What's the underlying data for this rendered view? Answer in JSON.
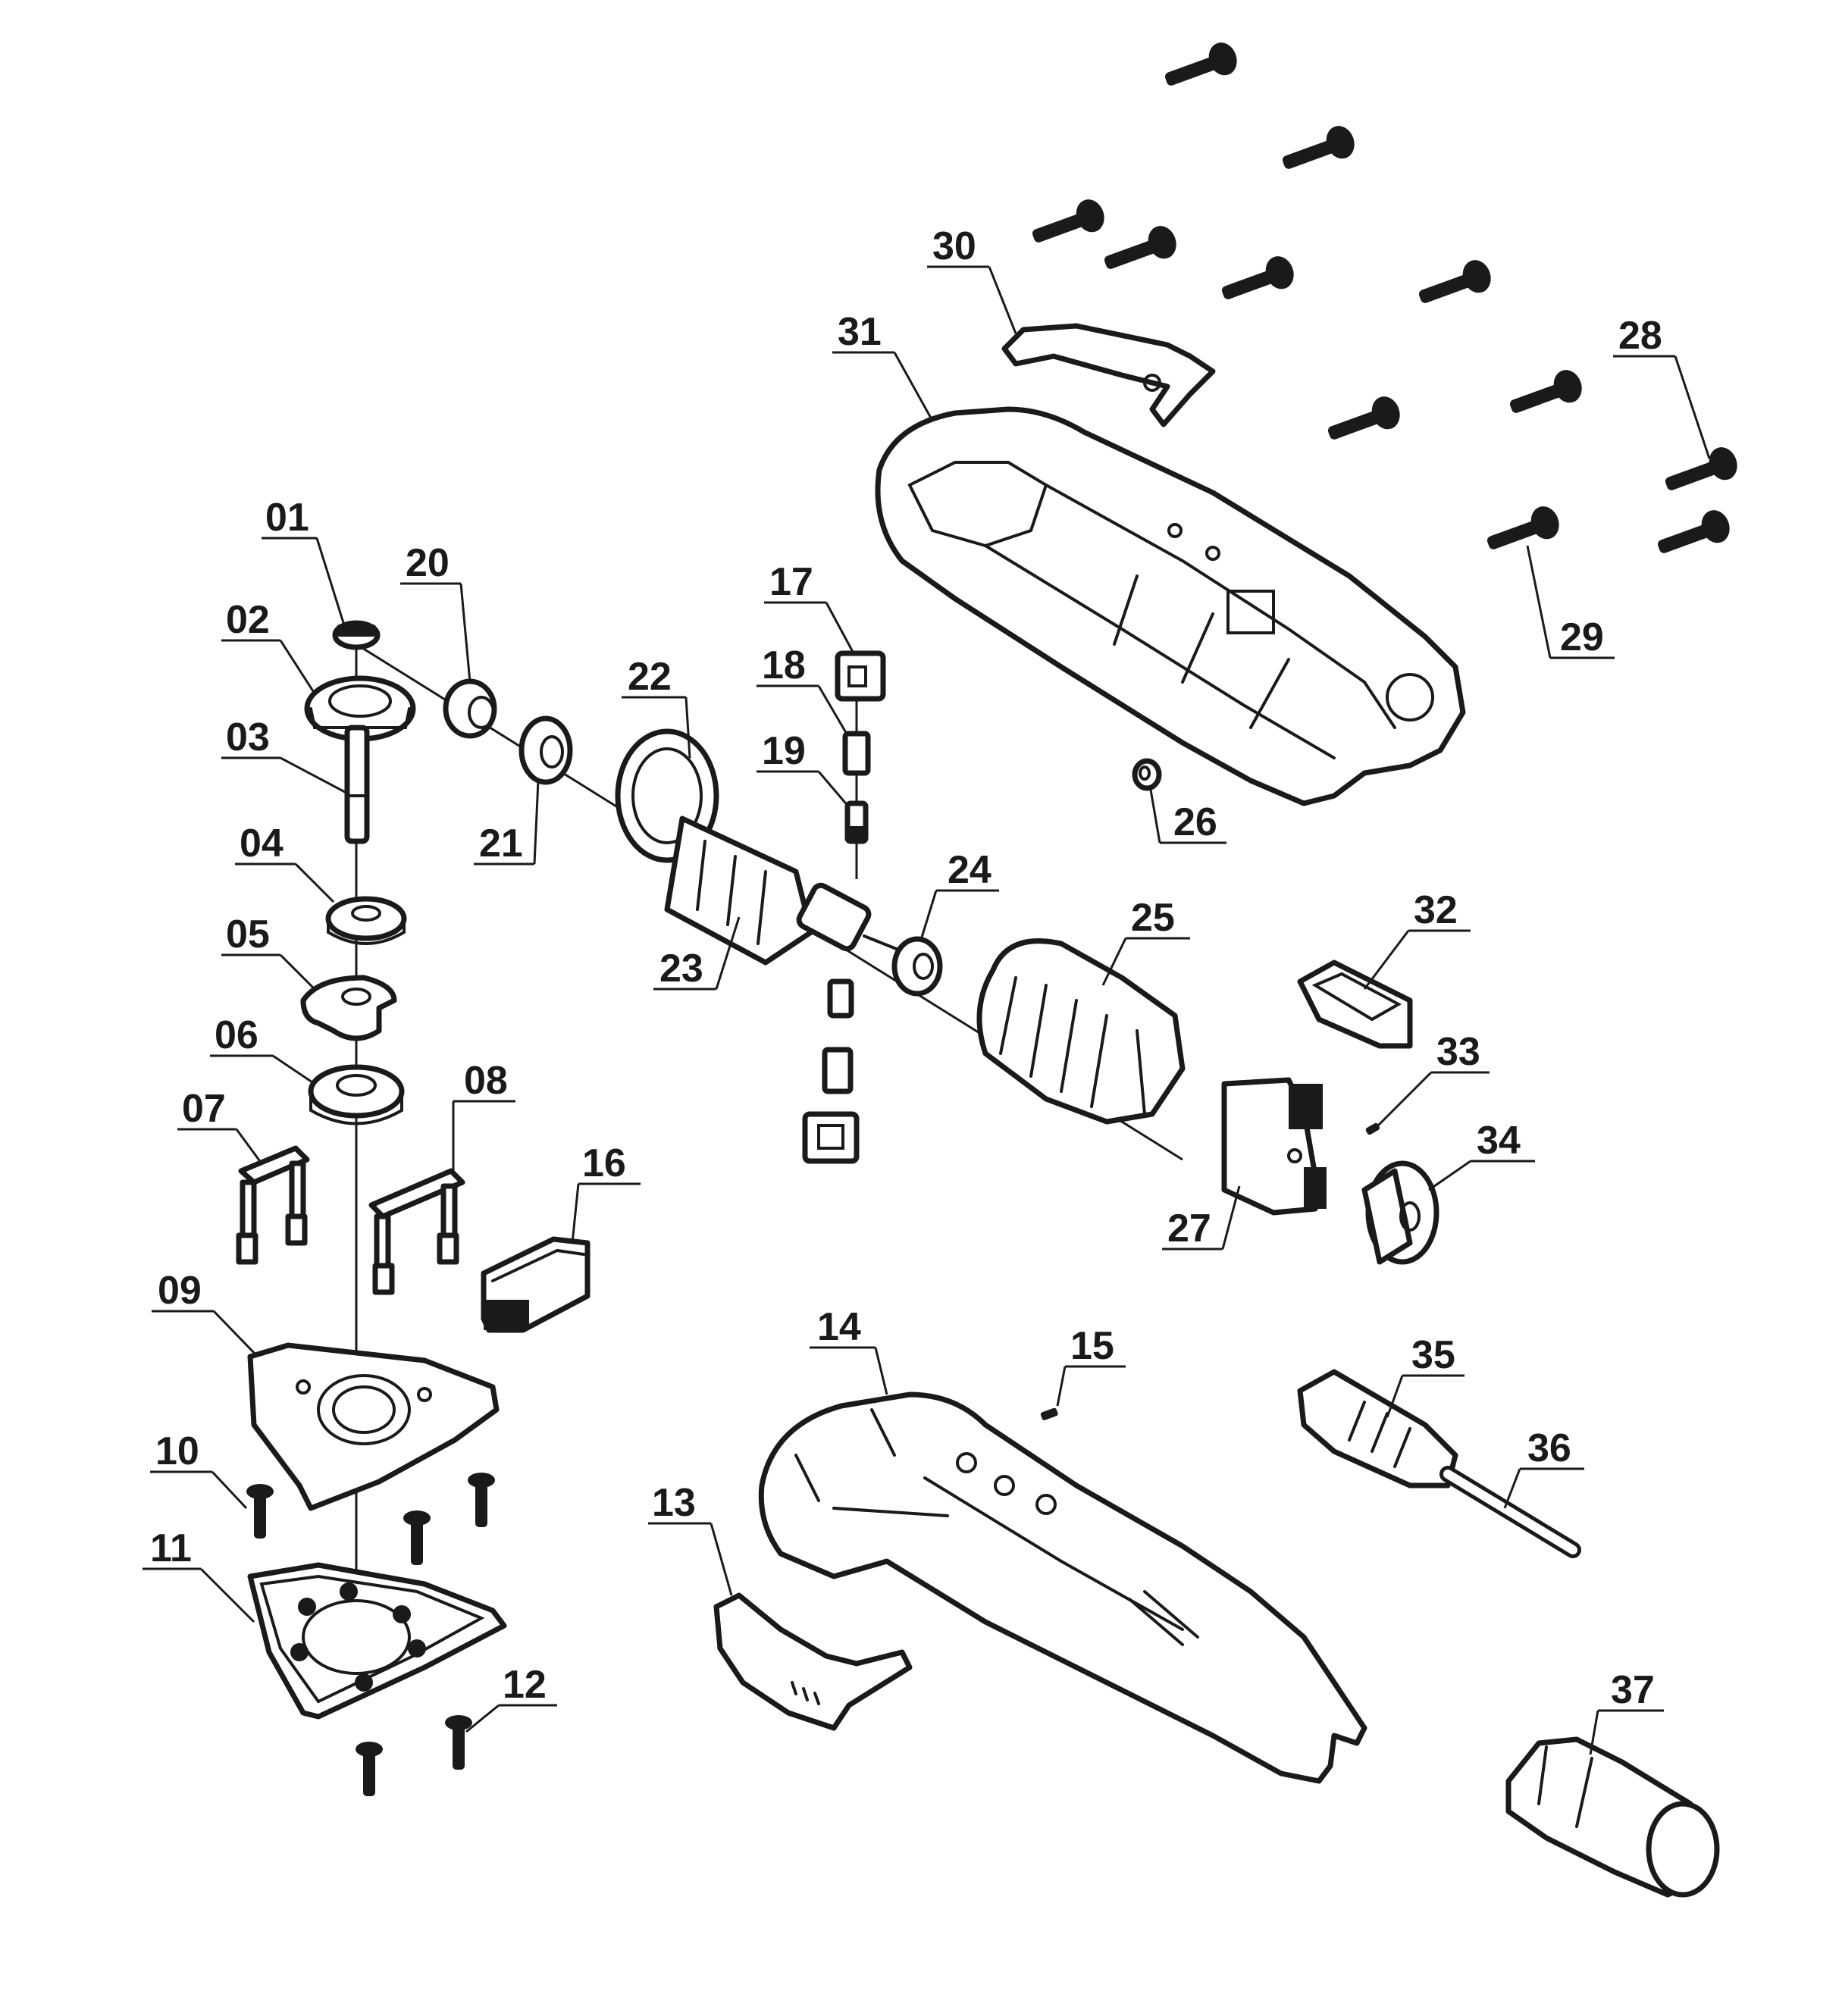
{
  "callouts": [
    {
      "id": "01",
      "label": "01"
    },
    {
      "id": "02",
      "label": "02"
    },
    {
      "id": "03",
      "label": "03"
    },
    {
      "id": "04",
      "label": "04"
    },
    {
      "id": "05",
      "label": "05"
    },
    {
      "id": "06",
      "label": "06"
    },
    {
      "id": "07",
      "label": "07"
    },
    {
      "id": "08",
      "label": "08"
    },
    {
      "id": "09",
      "label": "09"
    },
    {
      "id": "10",
      "label": "10"
    },
    {
      "id": "11",
      "label": "11"
    },
    {
      "id": "12",
      "label": "12"
    },
    {
      "id": "13",
      "label": "13"
    },
    {
      "id": "14",
      "label": "14"
    },
    {
      "id": "15",
      "label": "15"
    },
    {
      "id": "16",
      "label": "16"
    },
    {
      "id": "17",
      "label": "17"
    },
    {
      "id": "18",
      "label": "18"
    },
    {
      "id": "19",
      "label": "19"
    },
    {
      "id": "20",
      "label": "20"
    },
    {
      "id": "21",
      "label": "21"
    },
    {
      "id": "22",
      "label": "22"
    },
    {
      "id": "23",
      "label": "23"
    },
    {
      "id": "24",
      "label": "24"
    },
    {
      "id": "25",
      "label": "25"
    },
    {
      "id": "26",
      "label": "26"
    },
    {
      "id": "27",
      "label": "27"
    },
    {
      "id": "28",
      "label": "28"
    },
    {
      "id": "29",
      "label": "29"
    },
    {
      "id": "30",
      "label": "30"
    },
    {
      "id": "31",
      "label": "31"
    },
    {
      "id": "32",
      "label": "32"
    },
    {
      "id": "33",
      "label": "33"
    },
    {
      "id": "34",
      "label": "34"
    },
    {
      "id": "35",
      "label": "35"
    },
    {
      "id": "36",
      "label": "36"
    },
    {
      "id": "37",
      "label": "37"
    }
  ]
}
